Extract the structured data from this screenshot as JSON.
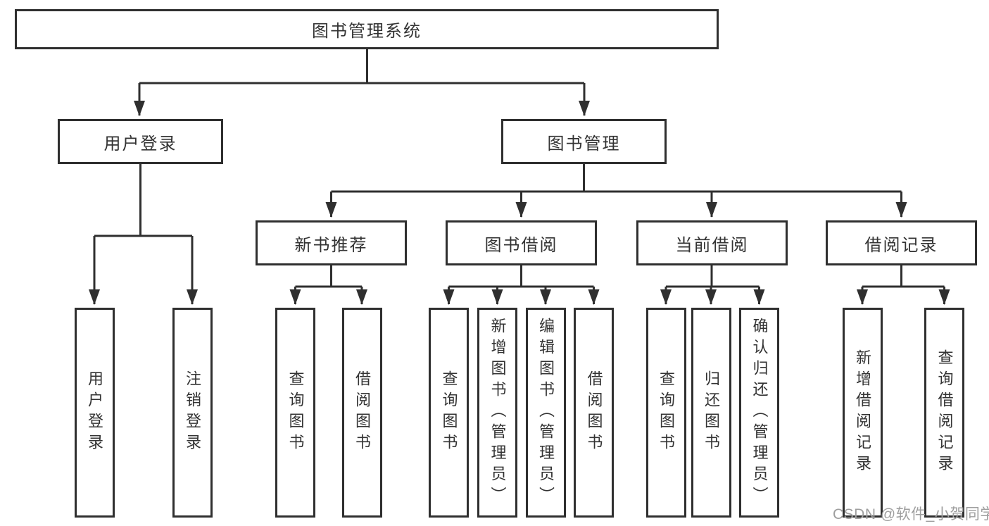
{
  "diagram": {
    "root": {
      "label": "图书管理系统"
    },
    "level1": [
      {
        "label": "用户登录"
      },
      {
        "label": "图书管理"
      }
    ],
    "level2": [
      {
        "label": "新书推荐"
      },
      {
        "label": "图书借阅"
      },
      {
        "label": "当前借阅"
      },
      {
        "label": "借阅记录"
      }
    ],
    "leaves": [
      {
        "label": "用户登录"
      },
      {
        "label": "注销登录"
      },
      {
        "label": "查询图书"
      },
      {
        "label": "借阅图书"
      },
      {
        "label": "查询图书"
      },
      {
        "label": "新增图书（管理员）"
      },
      {
        "label": "编辑图书（管理员）"
      },
      {
        "label": "借阅图书"
      },
      {
        "label": "查询图书"
      },
      {
        "label": "归还图书"
      },
      {
        "label": "确认归还（管理员）"
      },
      {
        "label": "新增借阅记录"
      },
      {
        "label": "查询借阅记录"
      }
    ]
  },
  "watermark": {
    "text": "CSDN @软件_小贺同学"
  },
  "colors": {
    "line": "#2f2f2f",
    "text": "#333333",
    "watermark": "#9e9e9e",
    "background": "#ffffff"
  }
}
